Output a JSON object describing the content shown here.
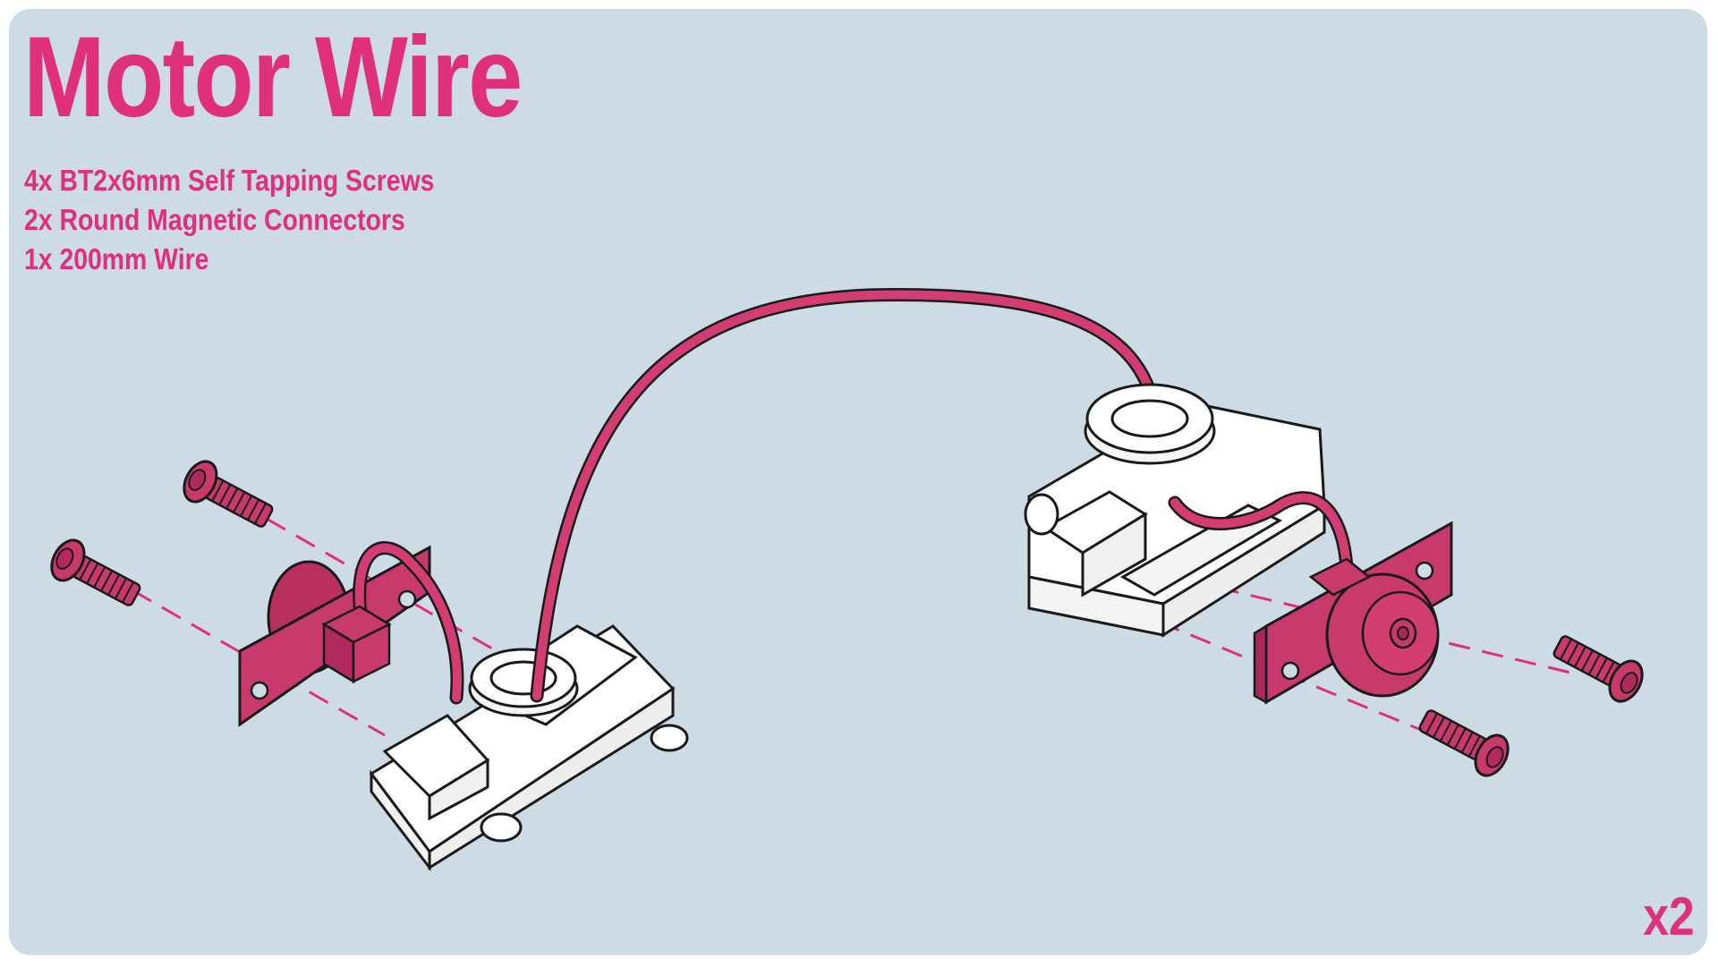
{
  "title": "Motor Wire",
  "parts": [
    "4x BT2x6mm Self Tapping Screws",
    "2x Round Magnetic Connectors",
    "1x 200mm Wire"
  ],
  "quantity": "x2",
  "colors": {
    "accent": "#e0307a",
    "part_fill": "#c83a6c",
    "wire": "#d33d72",
    "background": "#cddbe5",
    "housing": "#ffffff",
    "outline": "#1a1a1a"
  },
  "icons": [
    "screw-icon",
    "magnetic-connector-icon",
    "wire-icon",
    "motor-housing-icon",
    "jst-plug-icon"
  ]
}
